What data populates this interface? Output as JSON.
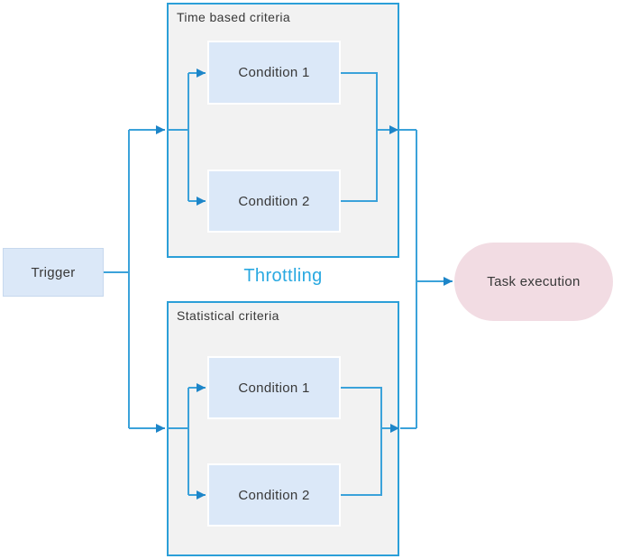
{
  "diagram": {
    "trigger_label": "Trigger",
    "throttling_label": "Throttling",
    "task_label": "Task execution",
    "groups": [
      {
        "label": "Time based criteria",
        "conditions": [
          {
            "label": "Condition 1"
          },
          {
            "label": "Condition 2"
          }
        ]
      },
      {
        "label": "Statistical criteria",
        "conditions": [
          {
            "label": "Condition 1"
          },
          {
            "label": "Condition 2"
          }
        ]
      }
    ],
    "colors": {
      "connector": "#3ba2da",
      "arrowhead": "#1d85c8",
      "container_border": "#2b9fd8",
      "container_fill": "#f2f2f2",
      "condition_fill": "#dbe8f8",
      "condition_border": "#ffffff",
      "trigger_fill": "#dbe8f8",
      "task_fill": "#f2dce3",
      "throttling_text": "#29a9e1",
      "label_text": "#383838"
    }
  }
}
